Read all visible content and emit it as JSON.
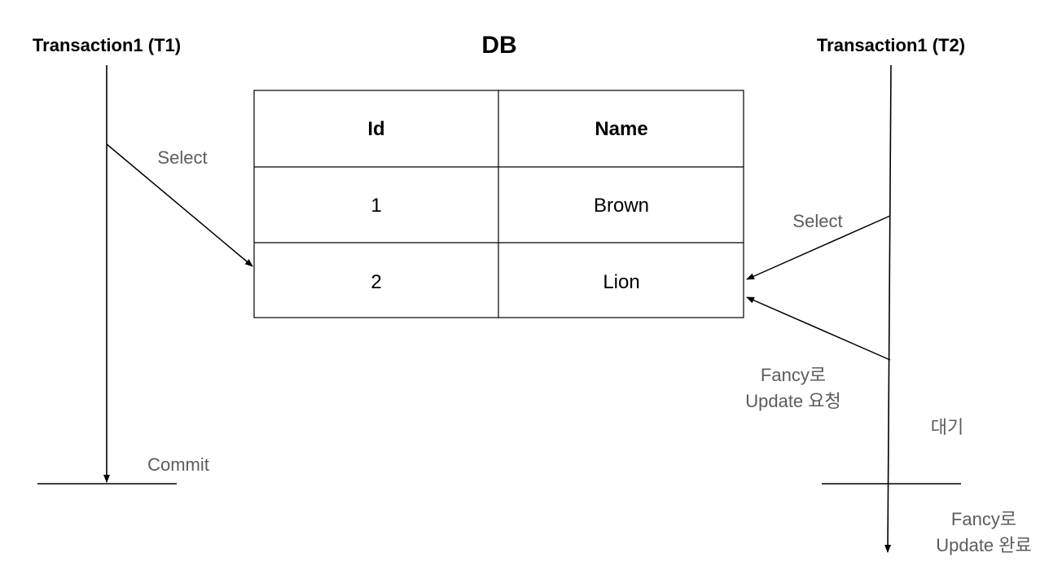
{
  "diagram": {
    "title": "DB",
    "t1": {
      "label": "Transaction1 (T1)",
      "select_label": "Select",
      "commit_label": "Commit"
    },
    "t2": {
      "label": "Transaction1 (T2)",
      "select_label": "Select",
      "update_request_line1": "Fancy로",
      "update_request_line2": "Update 요청",
      "wait_label": "대기",
      "update_done_line1": "Fancy로",
      "update_done_line2": "Update 완료"
    },
    "table": {
      "headers": [
        "Id",
        "Name"
      ],
      "rows": [
        [
          "1",
          "Brown"
        ],
        [
          "2",
          "Lion"
        ]
      ]
    },
    "colors": {
      "line": "#000000",
      "text": "#000000",
      "muted_text": "#5c5c5c"
    }
  }
}
